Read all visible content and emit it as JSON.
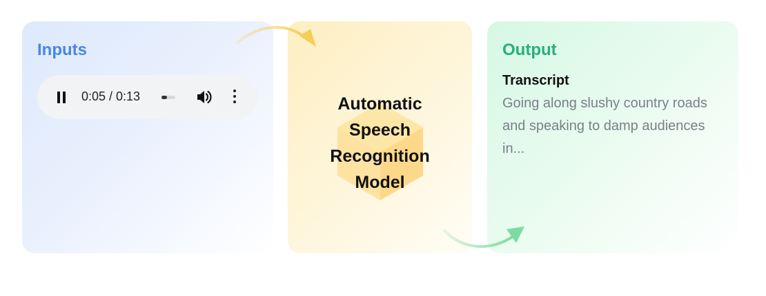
{
  "inputs": {
    "title": "Inputs",
    "player": {
      "time": "0:05 / 0:13",
      "progress": 0.3846
    }
  },
  "model": {
    "label": "Automatic Speech Recognition Model",
    "icon": "cube-icon"
  },
  "output": {
    "title": "Output",
    "transcript_label": "Transcript",
    "transcript_text": "Going along slushy country roads and speaking to damp audiences in..."
  },
  "colors": {
    "inputs_accent": "#4a86e0",
    "output_accent": "#27b07a",
    "model_bg": "#fdefc2",
    "arrow_in": "#f6cd56",
    "arrow_out": "#7ddba0"
  }
}
